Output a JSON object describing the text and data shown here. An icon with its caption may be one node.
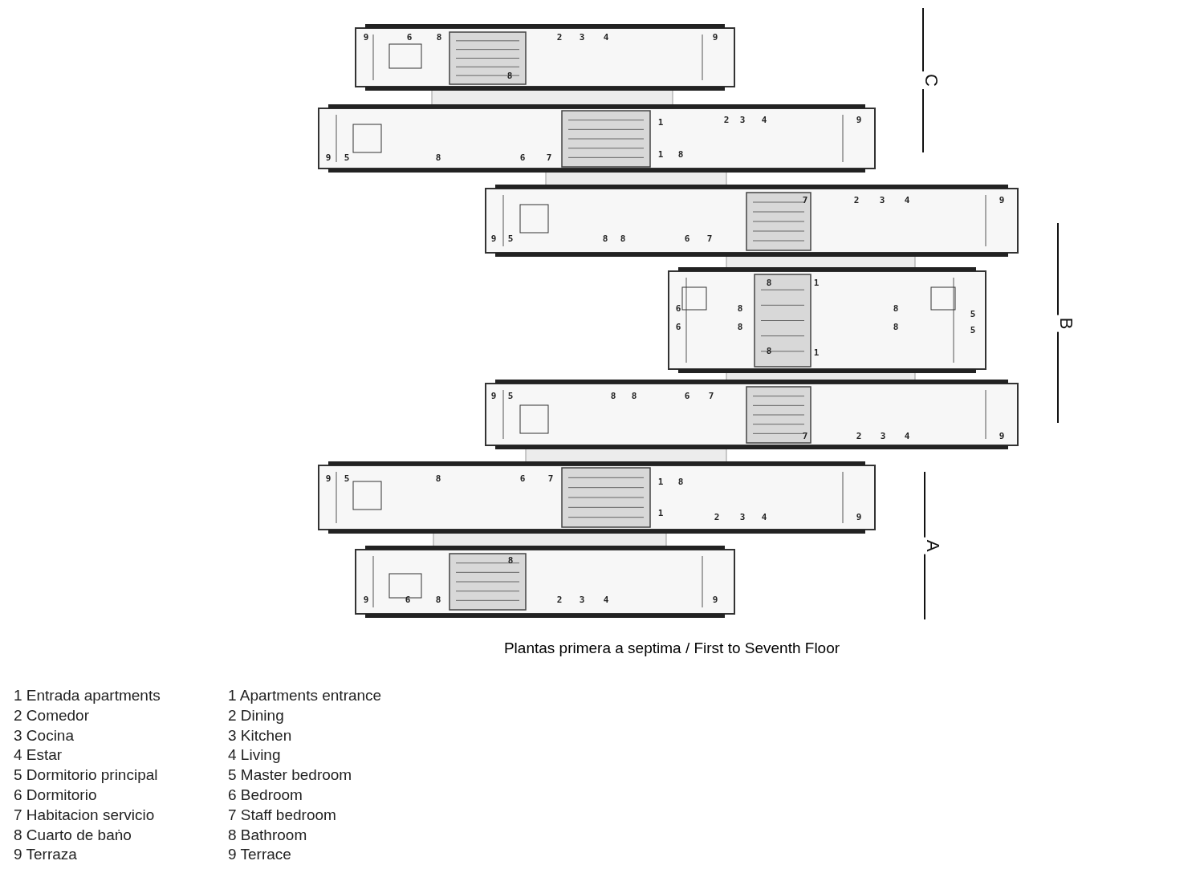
{
  "diagram": {
    "caption": "Plantas primera a septima / First to Seventh Floor",
    "labels": [
      "9",
      "6",
      "8",
      "2",
      "3",
      "4",
      "9",
      "8",
      "1",
      "2",
      "3",
      "4",
      "9",
      "9",
      "5",
      "8",
      "6",
      "7",
      "1",
      "8",
      "7",
      "2",
      "3",
      "4",
      "9",
      "9",
      "5",
      "8",
      "8",
      "6",
      "7",
      "8",
      "1",
      "6",
      "8",
      "8",
      "5",
      "6",
      "8",
      "8",
      "5",
      "8",
      "1",
      "9",
      "5",
      "8",
      "8",
      "6",
      "7",
      "7",
      "2",
      "3",
      "4",
      "9",
      "9",
      "5",
      "8",
      "6",
      "7",
      "1",
      "8",
      "1",
      "2",
      "3",
      "4",
      "9",
      "8",
      "9",
      "6",
      "8",
      "2",
      "3",
      "4",
      "9",
      "C",
      "B",
      "A",
      "1 Entrada apartments",
      "2 Comedor",
      "3 Cocina",
      "4 Estar",
      "5 Dormitorio principal",
      "6 Dormitorio",
      "7 Habitacion servicio",
      "8 Cuarto de baṅo",
      "9 Terraza",
      "1 Apartments entrance",
      "2 Dining",
      "3 Kitchen",
      "4 Living",
      "5 Master bedroom",
      "6 Bedroom",
      "7 Staff bedroom",
      "8 Bathroom",
      "9 Terrace"
    ]
  }
}
